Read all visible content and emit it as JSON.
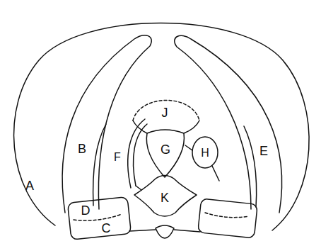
{
  "diagram": {
    "labels": [
      "J",
      "B",
      "F",
      "G",
      "H",
      "E",
      "A",
      "D",
      "K",
      "C"
    ]
  }
}
